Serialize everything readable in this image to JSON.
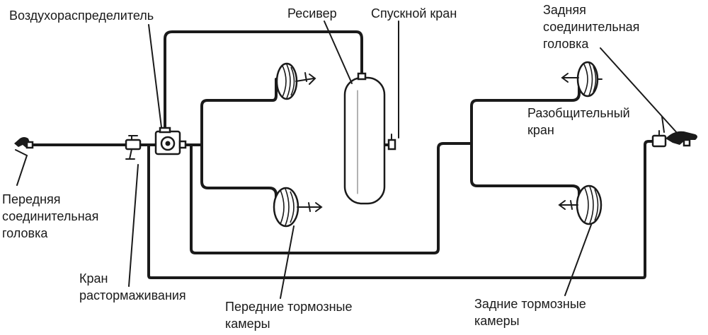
{
  "labels": {
    "air_distributor": "Воздухораспределитель",
    "receiver": "Ресивер",
    "drain_valve": "Спускной кран",
    "rear_coupling_1": "Задняя",
    "rear_coupling_2": "соединительная",
    "rear_coupling_3": "головка",
    "disconnect_valve_1": "Разобщительный",
    "disconnect_valve_2": "кран",
    "front_coupling_1": "Передняя",
    "front_coupling_2": "соединительная",
    "front_coupling_3": "головка",
    "release_valve_1": "Кран",
    "release_valve_2": "растормаживания",
    "front_chambers_1": "Передние тормозные",
    "front_chambers_2": "камеры",
    "rear_chambers_1": "Задние тормозные",
    "rear_chambers_2": "камеры"
  },
  "colors": {
    "ink": "#1a1a1a",
    "background": "#ffffff"
  }
}
